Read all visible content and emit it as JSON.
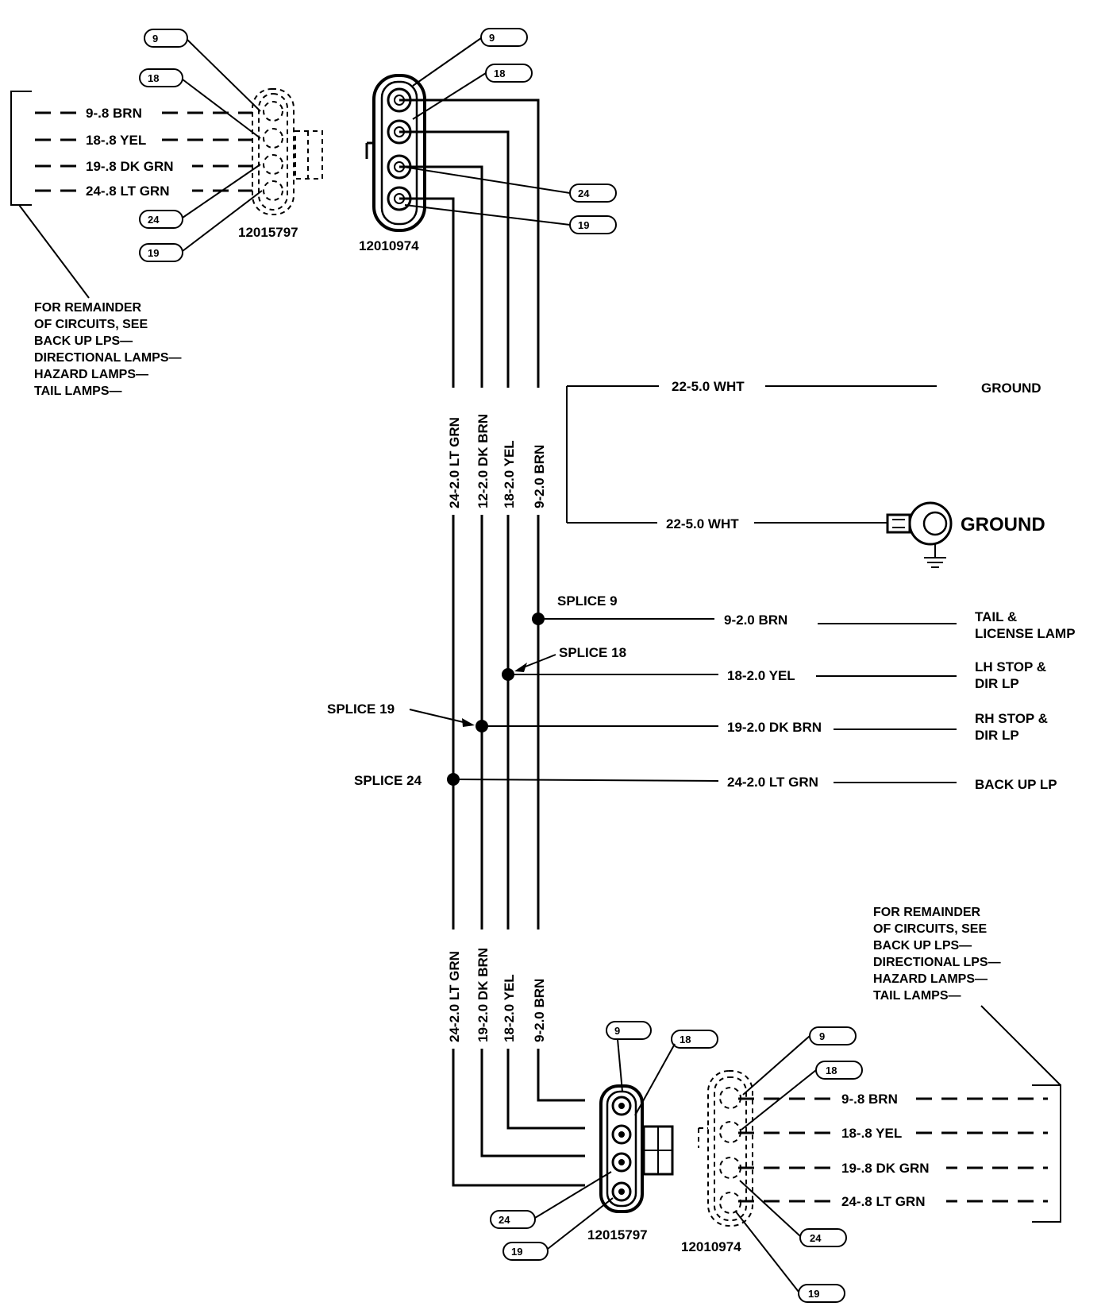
{
  "top_left": {
    "wires": [
      "9-.8 BRN",
      "18-.8 YEL",
      "19-.8 DK GRN",
      "24-.8 LT GRN"
    ],
    "part_number": "12015797",
    "note": [
      "FOR REMAINDER",
      "OF CIRCUITS, SEE",
      "BACK UP LPS—",
      "DIRECTIONAL LAMPS—",
      "HAZARD LAMPS—",
      "TAIL LAMPS—"
    ],
    "badges": [
      "9",
      "18",
      "24",
      "19"
    ]
  },
  "top_center": {
    "part_number": "12010974",
    "badges": [
      "9",
      "18",
      "24",
      "19"
    ]
  },
  "trunk_upper": [
    "24-2.0 LT GRN",
    "12-2.0 DK BRN",
    "18-2.0 YEL",
    "9-2.0 BRN"
  ],
  "trunk_lower": [
    "24-2.0 LT GRN",
    "19-2.0 DK BRN",
    "18-2.0 YEL",
    "9-2.0 BRN"
  ],
  "ground": {
    "wire_top": "22-5.0 WHT",
    "label_top": "GROUND",
    "wire_bottom": "22-5.0 WHT",
    "label_bottom": "GROUND"
  },
  "splices": [
    {
      "name": "SPLICE 9",
      "wire": "9-2.0 BRN",
      "dest": [
        "TAIL &",
        "LICENSE LAMP"
      ]
    },
    {
      "name": "SPLICE 18",
      "wire": "18-2.0 YEL",
      "dest": [
        "LH STOP &",
        "DIR LP"
      ]
    },
    {
      "name": "SPLICE 19",
      "wire": "19-2.0 DK BRN",
      "dest": [
        "RH STOP &",
        "DIR LP"
      ]
    },
    {
      "name": "SPLICE 24",
      "wire": "24-2.0 LT GRN",
      "dest": [
        "BACK UP LP"
      ]
    }
  ],
  "bottom_center": {
    "part_number": "12015797",
    "badges": [
      "9",
      "18",
      "24",
      "19"
    ]
  },
  "bottom_right": {
    "part_number": "12010974",
    "wires": [
      "9-.8 BRN",
      "18-.8 YEL",
      "19-.8 DK GRN",
      "24-.8 LT GRN"
    ],
    "note": [
      "FOR REMAINDER",
      "OF CIRCUITS, SEE",
      "BACK UP LPS—",
      "DIRECTIONAL LPS—",
      "HAZARD LAMPS—",
      "TAIL LAMPS—"
    ],
    "badges": [
      "9",
      "18",
      "24",
      "19"
    ]
  }
}
